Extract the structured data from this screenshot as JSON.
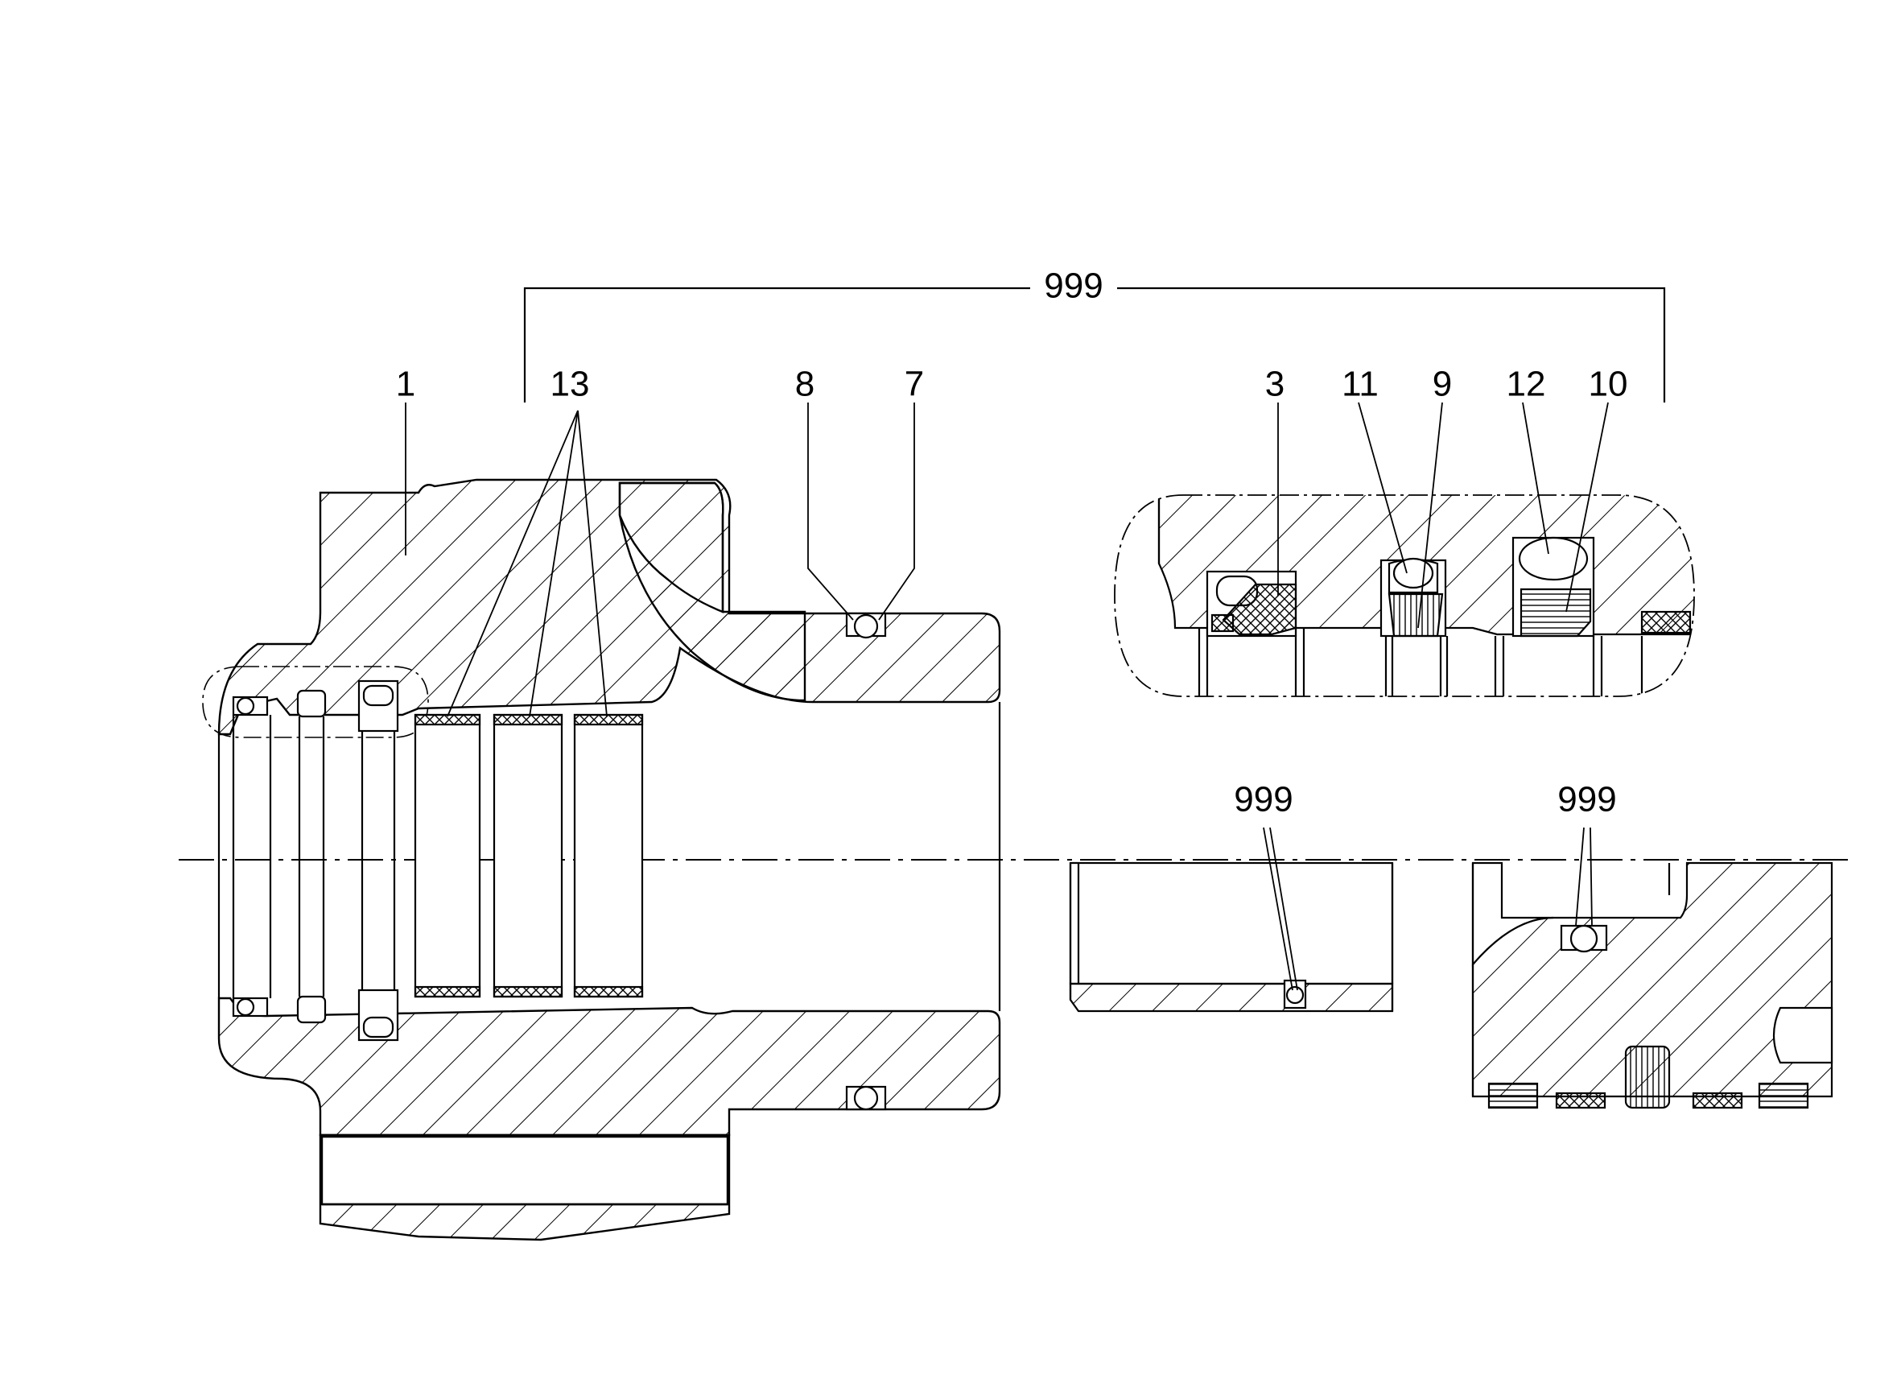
{
  "callouts": {
    "part_1": "1",
    "part_13": "13",
    "part_8": "8",
    "part_7": "7",
    "part_3": "3",
    "part_11": "11",
    "part_9": "9",
    "part_12": "12",
    "part_10": "10",
    "kit_999_top": "999",
    "kit_999_left": "999",
    "kit_999_right": "999"
  },
  "colors": {
    "line": "#000000",
    "background": "#ffffff"
  }
}
